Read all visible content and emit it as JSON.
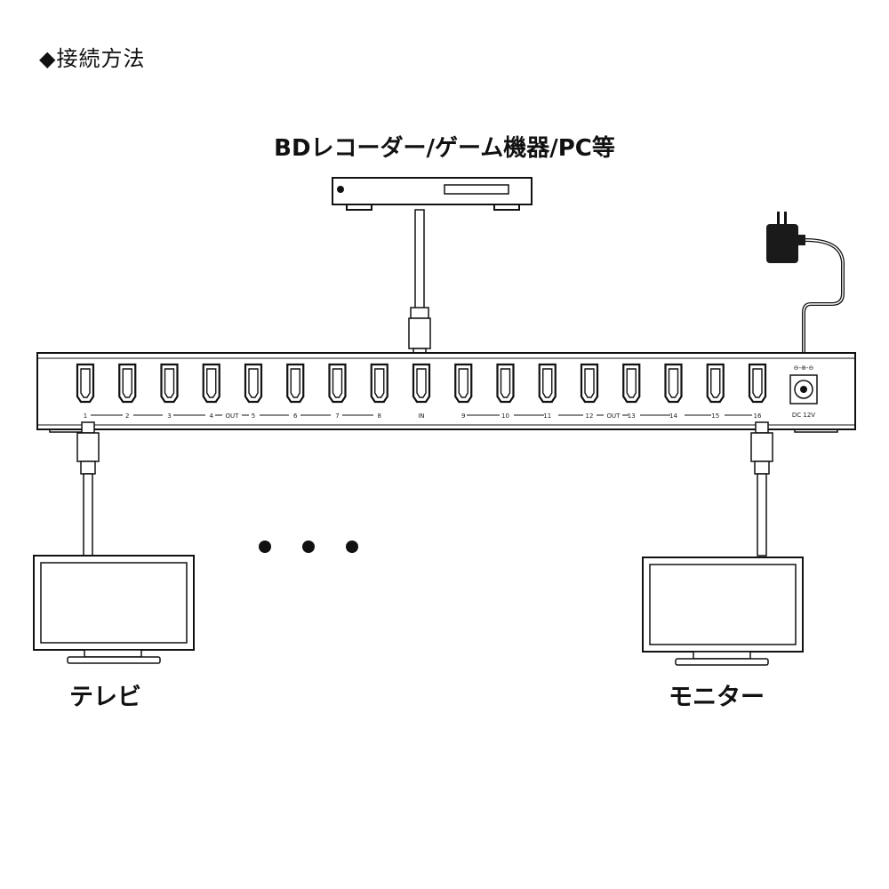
{
  "title": "◆接続方法",
  "source": {
    "label": "BDレコーダー/ゲーム機器/PC等",
    "device_icon": "bd-recorder-icon"
  },
  "splitter": {
    "ports_left": [
      "1",
      "2",
      "3",
      "4",
      "5",
      "6",
      "7",
      "8"
    ],
    "ports_right": [
      "9",
      "10",
      "11",
      "12",
      "13",
      "14",
      "15",
      "16"
    ],
    "out_label_left": "OUT",
    "out_label_right": "OUT",
    "in_label": "IN",
    "dc_label": "DC 12V",
    "power_polarity": "⊖-⊕-⊖"
  },
  "outputs": {
    "tv_label": "テレビ",
    "monitor_label": "モニター",
    "ellipsis": "● ● ●"
  },
  "colors": {
    "outline": "#111111",
    "panel_fill": "#ffffff",
    "adapter_fill": "#1a1a1a"
  }
}
